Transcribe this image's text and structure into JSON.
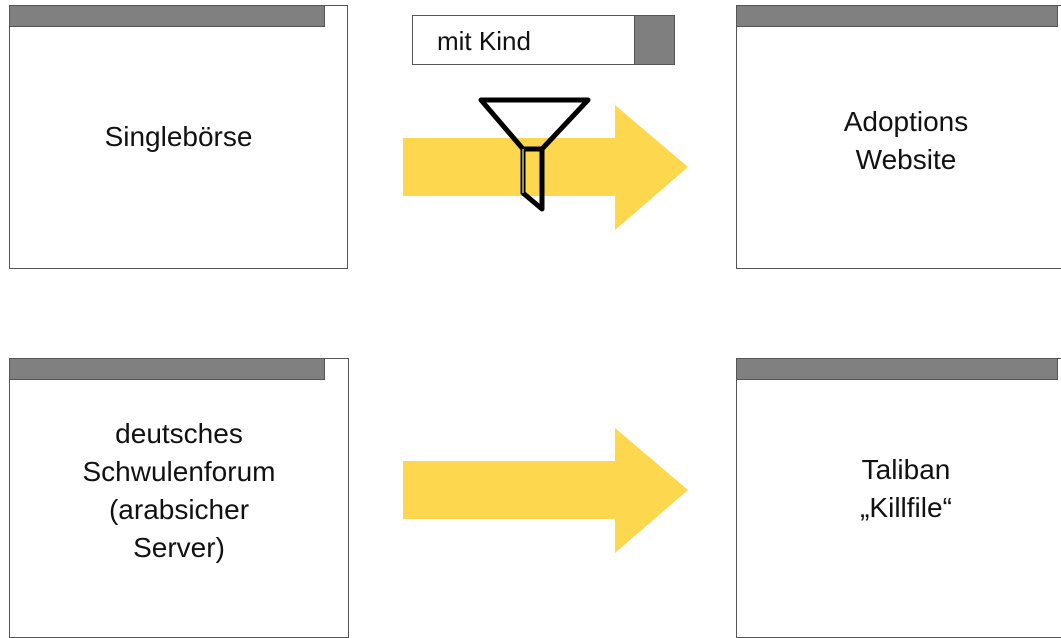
{
  "colors": {
    "arrow": "#fdd84f",
    "titlebar": "#808080",
    "border": "#555555",
    "funnel_stroke": "#000000"
  },
  "source_top": {
    "label": "Singlebörse"
  },
  "target_top": {
    "label_lines": [
      "Adoptions",
      "Website"
    ]
  },
  "source_bottom": {
    "label_lines": [
      "deutsches",
      "Schwulenforum",
      "(arabsicher",
      "Server)"
    ]
  },
  "target_bottom": {
    "label_lines": [
      "Taliban",
      "„Killfile“"
    ]
  },
  "filter": {
    "label": "mit Kind",
    "icon": "funnel-icon"
  },
  "arrows": [
    "arrow-right-icon",
    "arrow-right-icon"
  ]
}
